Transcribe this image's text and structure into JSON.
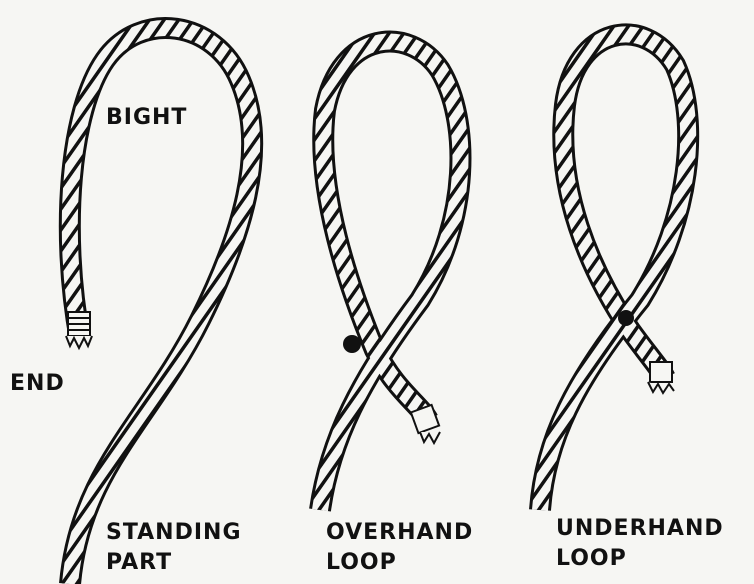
{
  "colors": {
    "rope_outline": "#111111",
    "rope_fill": "#f6f6f3",
    "background": "#f6f6f3"
  },
  "labels": {
    "bight": "BIGHT",
    "end": "END",
    "standing_part_line1": "STANDING",
    "standing_part_line2": "PART",
    "overhand_line1": "OVERHAND",
    "overhand_line2": "LOOP",
    "underhand_line1": "UNDERHAND",
    "underhand_line2": "LOOP"
  }
}
